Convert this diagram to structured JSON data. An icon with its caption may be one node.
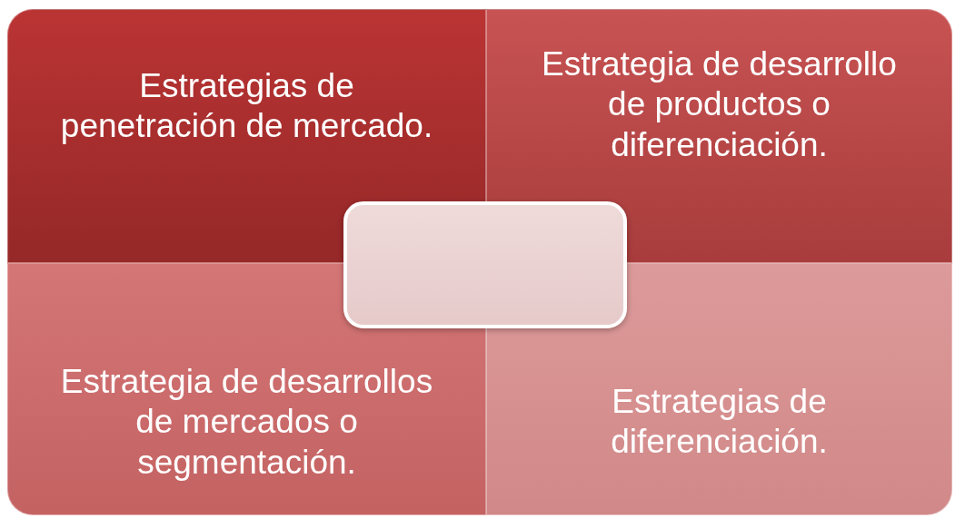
{
  "diagram": {
    "nodes": [
      {
        "text": [
          "Estrategias de penetración de mercado."
        ]
      },
      {
        "text": [
          "Estrategia de desarrollo de productos o diferenciación."
        ]
      },
      {
        "text": [],
        "shape": "box"
      },
      {
        "text": [
          "Estrategia de desarrollos de mercados o segmentación."
        ]
      },
      {
        "text": [
          "Estrategias de diferenciación."
        ]
      }
    ]
  }
}
